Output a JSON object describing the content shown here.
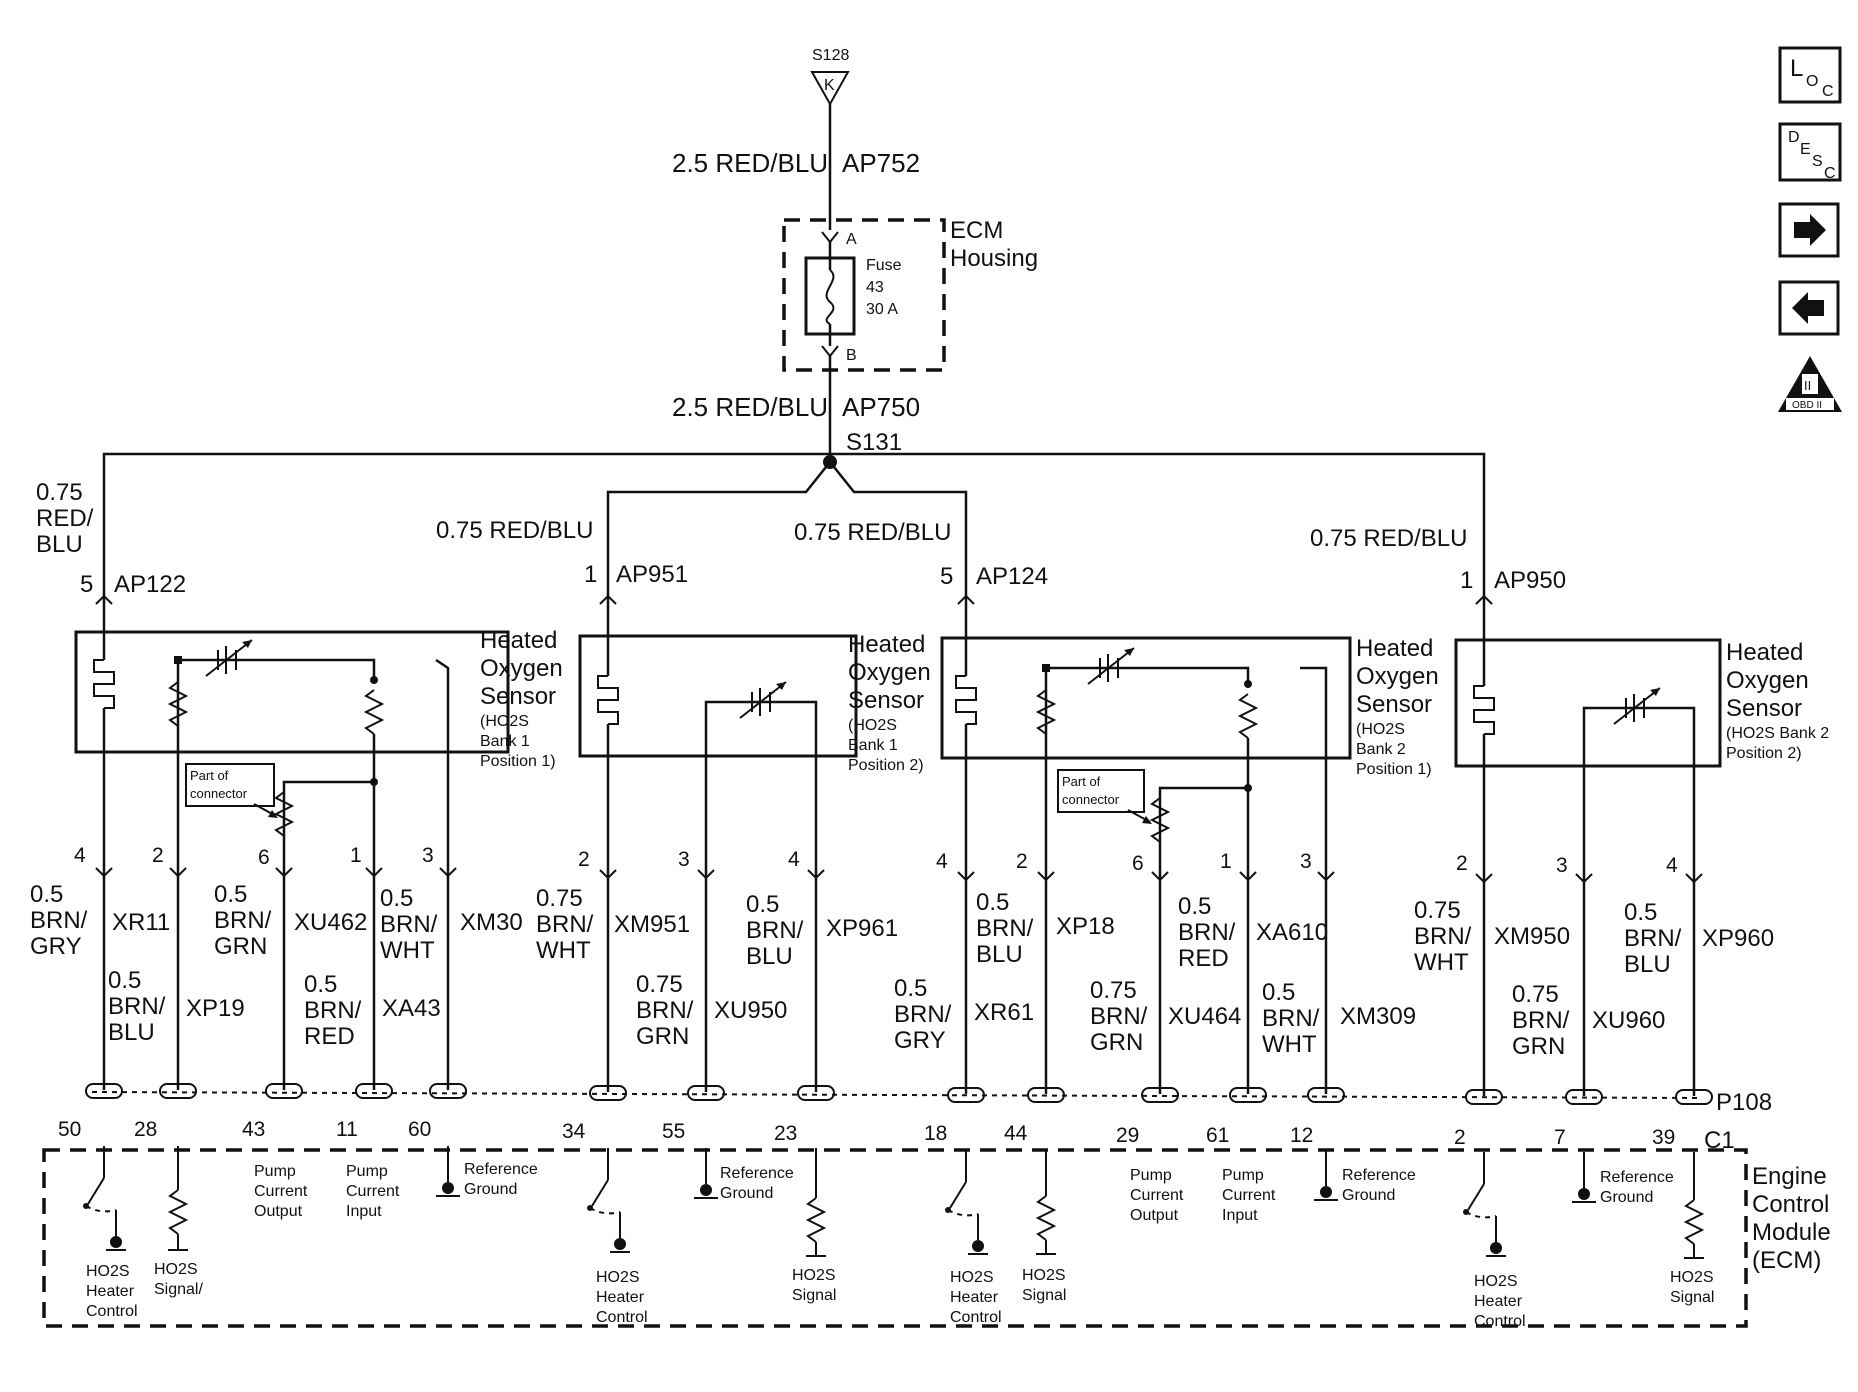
{
  "top": {
    "splice_top": "S128",
    "splice_top_letter": "K",
    "wire_top_gauge": "2.5 RED/BLU",
    "wire_top_circuit": "AP752",
    "ecm_housing": [
      "ECM",
      "Housing"
    ],
    "fuse_pin_a": "A",
    "fuse_pin_b": "B",
    "fuse_label": [
      "Fuse",
      "43",
      "30 A"
    ],
    "wire_mid_gauge": "2.5 RED/BLU",
    "wire_mid_circuit": "AP750",
    "splice_mid": "S131"
  },
  "feeds": {
    "left_gauge": [
      "0.75",
      "RED/",
      "BLU"
    ],
    "s1_pin": "5",
    "s1_circuit": "AP122",
    "s2_gauge": "0.75 RED/BLU",
    "s2_pin": "1",
    "s2_circuit": "AP951",
    "s3_gauge": "0.75 RED/BLU",
    "s3_pin": "5",
    "s3_circuit": "AP124",
    "s4_gauge": "0.75 RED/BLU",
    "s4_pin": "1",
    "s4_circuit": "AP950"
  },
  "sensors": [
    {
      "title": [
        "Heated",
        "Oxygen",
        "Sensor"
      ],
      "sub": [
        "(HO2S",
        "Bank 1",
        "Position 1)"
      ]
    },
    {
      "title": [
        "Heated",
        "Oxygen",
        "Sensor"
      ],
      "sub": [
        "(HO2S",
        "Bank 1",
        "Position 2)"
      ]
    },
    {
      "title": [
        "Heated",
        "Oxygen",
        "Sensor"
      ],
      "sub": [
        "(HO2S",
        "Bank 2",
        "Position 1)"
      ]
    },
    {
      "title": [
        "Heated",
        "Oxygen",
        "Sensor"
      ],
      "sub": [
        "(HO2S Bank 2",
        "Position 2)"
      ]
    }
  ],
  "part_of_connector": [
    "Part of",
    "connector"
  ],
  "wires": {
    "w_pin4a": "4",
    "w_g_a": [
      "0.5",
      "BRN/",
      "GRY"
    ],
    "w_c_a": "XR11",
    "w_pin2a": "2",
    "w_g_b": [
      "0.5",
      "BRN/",
      "BLU"
    ],
    "w_c_b": "XP19",
    "w_pin6a": "6",
    "w_g_c": [
      "0.5",
      "BRN/",
      "GRN"
    ],
    "w_c_c": "XU462",
    "w_g_d": [
      "0.5",
      "BRN/",
      "RED"
    ],
    "w_c_d": "XA43",
    "w_pin1a": "1",
    "w_g_e": [
      "0.5",
      "BRN/",
      "WHT"
    ],
    "w_c_e": "XM30",
    "w_pin3a": "3",
    "w_pin2b": "2",
    "w_g_f": [
      "0.75",
      "BRN/",
      "WHT"
    ],
    "w_c_f": "XM951",
    "w_pin3b": "3",
    "w_g_g": [
      "0.75",
      "BRN/",
      "GRN"
    ],
    "w_c_g": "XU950",
    "w_pin4b": "4",
    "w_g_h": [
      "0.5",
      "BRN/",
      "BLU"
    ],
    "w_c_h": "XP961",
    "w_pin4c": "4",
    "w_g_i": [
      "0.5",
      "BRN/",
      "GRY"
    ],
    "w_c_i": "XR61",
    "w_pin2c": "2",
    "w_g_j": [
      "0.5",
      "BRN/",
      "BLU"
    ],
    "w_c_j": "XP18",
    "w_pin6c": "6",
    "w_g_k": [
      "0.75",
      "BRN/",
      "GRN"
    ],
    "w_c_k": "XU464",
    "w_pin1c": "1",
    "w_g_l": [
      "0.5",
      "BRN/",
      "RED"
    ],
    "w_c_l": "XA610",
    "w_pin3c": "3",
    "w_g_m": [
      "0.5",
      "BRN/",
      "WHT"
    ],
    "w_c_m": "XM309",
    "w_pin2d": "2",
    "w_g_n": [
      "0.75",
      "BRN/",
      "WHT"
    ],
    "w_c_n": "XM950",
    "w_pin3d": "3",
    "w_g_o": [
      "0.75",
      "BRN/",
      "GRN"
    ],
    "w_c_o": "XU960",
    "w_pin4d": "4",
    "w_g_p": [
      "0.5",
      "BRN/",
      "BLU"
    ],
    "w_c_p": "XP960"
  },
  "connector": {
    "name": "P108",
    "sub": "C1",
    "pins": [
      "50",
      "28",
      "43",
      "11",
      "60",
      "34",
      "55",
      "23",
      "18",
      "44",
      "29",
      "61",
      "12",
      "2",
      "7",
      "39"
    ]
  },
  "ecm": {
    "title": [
      "Engine",
      "Control",
      "Module",
      "(ECM)"
    ],
    "pump_out": [
      "Pump",
      "Current",
      "Output"
    ],
    "pump_in": [
      "Pump",
      "Current",
      "Input"
    ],
    "ref_ground": [
      "Reference",
      "Ground"
    ],
    "heater_ctrl": [
      "HO2S",
      "Heater",
      "Control"
    ],
    "signal": [
      "HO2S",
      "Signal"
    ],
    "signal_slash": [
      "HO2S",
      "Signal/"
    ]
  },
  "nav": {
    "loc": [
      "L",
      "O",
      "C"
    ],
    "desc": [
      "D",
      "E",
      "S",
      "C"
    ],
    "obd": "OBD II",
    "obd_mark": "II"
  }
}
